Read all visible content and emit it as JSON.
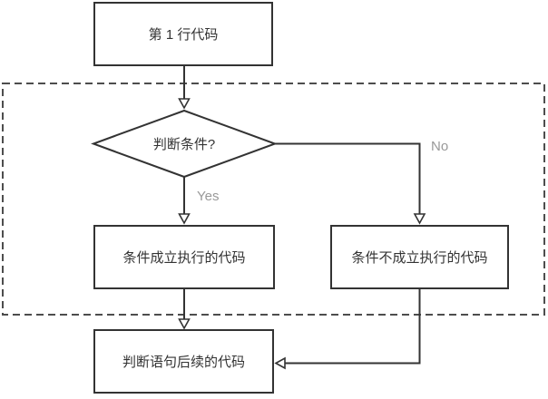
{
  "diagram": {
    "type": "flowchart",
    "nodes": [
      {
        "id": "start",
        "shape": "rect",
        "label": "第 1 行代码"
      },
      {
        "id": "condition",
        "shape": "diamond",
        "label": "判断条件?"
      },
      {
        "id": "true-branch",
        "shape": "rect",
        "label": "条件成立执行的代码"
      },
      {
        "id": "false-branch",
        "shape": "rect",
        "label": "条件不成立执行的代码"
      },
      {
        "id": "next",
        "shape": "rect",
        "label": "判断语句后续的代码"
      }
    ],
    "edges": [
      {
        "from": "start",
        "to": "condition",
        "label": ""
      },
      {
        "from": "condition",
        "to": "true-branch",
        "label": "Yes"
      },
      {
        "from": "condition",
        "to": "false-branch",
        "label": "No"
      },
      {
        "from": "true-branch",
        "to": "next",
        "label": ""
      },
      {
        "from": "false-branch",
        "to": "next",
        "label": ""
      }
    ],
    "edge_labels": {
      "yes": "Yes",
      "no": "No"
    },
    "colors": {
      "background": "#ffffff",
      "line": "#333333",
      "node_fill": "#ffffff",
      "node_border": "#333333",
      "text": "#333333",
      "edge_label": "#999999",
      "dashed_region_border": "#4d4d4d"
    }
  }
}
